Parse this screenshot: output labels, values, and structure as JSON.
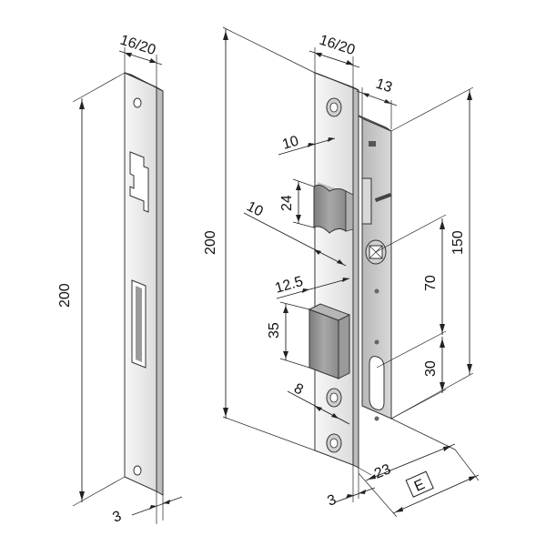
{
  "strike_plate": {
    "width_label": "16/20",
    "length_label": "200",
    "thickness_label": "3"
  },
  "lock_body": {
    "faceplate_width_label": "16/20",
    "overall_length_label": "200",
    "case_depth_label": "13",
    "latch_projection_label": "10",
    "latch_height_label": "24",
    "latch_offset_label": "10",
    "deadbolt_projection_label": "12.5",
    "deadbolt_height_label": "35",
    "deadbolt_offset_label": "8",
    "case_length_label": "150",
    "spindle_to_keyhole_label": "70",
    "keyhole_to_end_label": "30",
    "faceplate_thickness_label": "3",
    "backset_label": "23",
    "backset_variable_label": "E"
  },
  "colors": {
    "metal_light": "#f1f1f1",
    "metal_mid": "#d6d6d6",
    "metal_dark": "#9c9c9c",
    "case_face": "#c8c8c8",
    "case_side": "#e6e6e6",
    "latch": "#8f8f8f",
    "line": "#222222"
  }
}
